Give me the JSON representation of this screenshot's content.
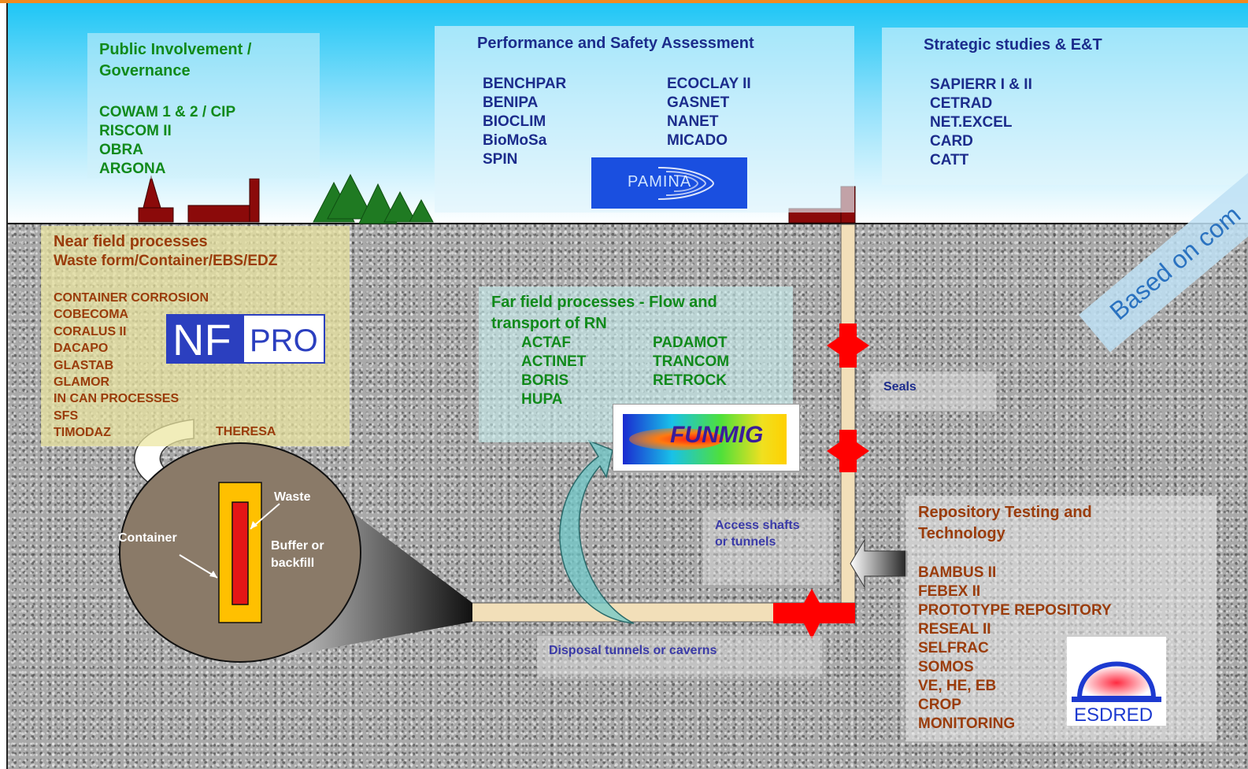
{
  "public": {
    "title_line1": "Public Involvement /",
    "title_line2": "Governance",
    "items": [
      "COWAM 1 & 2 / CIP",
      "RISCOM II",
      "OBRA",
      "ARGONA"
    ]
  },
  "performance": {
    "title": "Performance and Safety Assessment",
    "col1": [
      "BENCHPAR",
      "BENIPA",
      "BIOCLIM",
      "BioMoSa",
      "SPIN"
    ],
    "col2": [
      "ECOCLAY II",
      "GASNET",
      "NANET",
      "MICADO"
    ],
    "logo_text": "PAMINA"
  },
  "strategic": {
    "title": "Strategic studies & E&T",
    "items": [
      "SAPIERR I & II",
      "CETRAD",
      "NET.EXCEL",
      "CARD",
      "CATT"
    ]
  },
  "nearfield": {
    "title_line1": "Near field processes",
    "title_line2": "Waste form/Container/EBS/EDZ",
    "items": [
      "CONTAINER CORROSION",
      "COBECOMA",
      "CORALUS II",
      "DACAPO",
      "GLASTAB",
      "GLAMOR",
      "IN CAN PROCESSES",
      "SFS",
      "TIMODAZ"
    ],
    "extra_item": "THERESA",
    "logo_nf": "NF",
    "logo_pro": "PRO"
  },
  "farfield": {
    "title_line1": "Far field processes - Flow and",
    "title_line2": "transport of RN",
    "col1": [
      "ACTAF",
      "ACTINET",
      "BORIS",
      "HUPA"
    ],
    "col2": [
      "PADAMOT",
      "TRANCOM",
      "RETROCK"
    ],
    "logo_text": "FUNMIG"
  },
  "labels": {
    "seals": "Seals",
    "access_line1": "Access  shafts",
    "access_line2": "or tunnels",
    "disposal": "Disposal  tunnels  or caverns",
    "waste": "Waste",
    "container": "Container",
    "buffer_line1": "Buffer  or",
    "buffer_line2": "backfill",
    "watermark": "Based on com"
  },
  "repository": {
    "title_line1": "Repository Testing and",
    "title_line2": "Technology",
    "items": [
      "BAMBUS II",
      "FEBEX II",
      "PROTOTYPE REPOSITORY",
      "RESEAL II",
      "SELFRAC",
      "SOMOS",
      "VE, HE, EB",
      "CROP",
      "MONITORING"
    ],
    "logo_text": "ESDRED"
  },
  "colors": {
    "green_text": "#118a1b",
    "navy_text": "#1c2c8c",
    "brown_text": "#9a3c0b",
    "seal_red": "#ff0000",
    "container_yellow": "#ffc000",
    "building_red": "#8b0a0a"
  }
}
